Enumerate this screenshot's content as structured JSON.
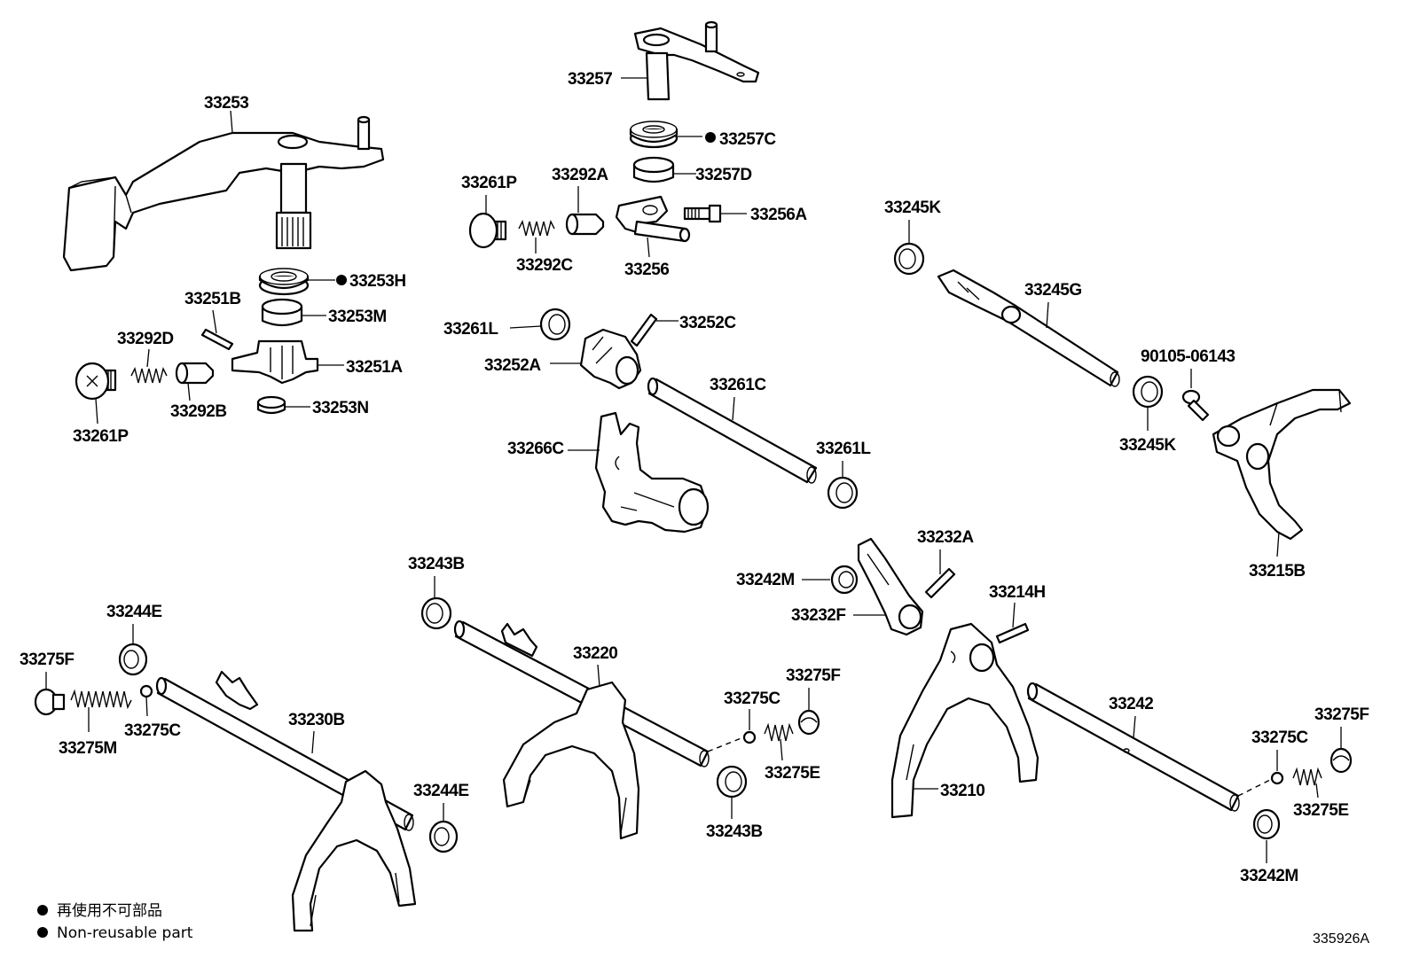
{
  "labels": {
    "p33253": "33253",
    "p33253H": "33253H",
    "p33253M": "33253M",
    "p33251B": "33251B",
    "p33251A": "33251A",
    "p33253N": "33253N",
    "p33292D": "33292D",
    "p33292B": "33292B",
    "p33261P_left": "33261P",
    "p33257": "33257",
    "p33257C": "33257C",
    "p33257D": "33257D",
    "p33261P_mid": "33261P",
    "p33292A": "33292A",
    "p33256A": "33256A",
    "p33292C": "33292C",
    "p33256": "33256",
    "p33261L_a": "33261L",
    "p33252C": "33252C",
    "p33252A": "33252A",
    "p33261C": "33261C",
    "p33261L_b": "33261L",
    "p33266C": "33266C",
    "p33245K_top": "33245K",
    "p33245G": "33245G",
    "p90105": "90105-06143",
    "p33245K_bot": "33245K",
    "p33215B": "33215B",
    "p33232A": "33232A",
    "p33242M_a": "33242M",
    "p33232F": "33232F",
    "p33214H": "33214H",
    "p33243B_a": "33243B",
    "p33220": "33220",
    "p33244E_a": "33244E",
    "p33275F_a": "33275F",
    "p33275M": "33275M",
    "p33275C_a": "33275C",
    "p33230B": "33230B",
    "p33244E_b": "33244E",
    "p33275C_b": "33275C",
    "p33275F_b": "33275F",
    "p33275E_a": "33275E",
    "p33243B_b": "33243B",
    "p33210": "33210",
    "p33242": "33242",
    "p33275F_c": "33275F",
    "p33275C_c": "33275C",
    "p33275E_b": "33275E",
    "p33242M_b": "33242M"
  },
  "legend": {
    "line_jp": "再使用不可部品",
    "line_en": "Non-reusable part"
  },
  "diagram_code": "335926A"
}
